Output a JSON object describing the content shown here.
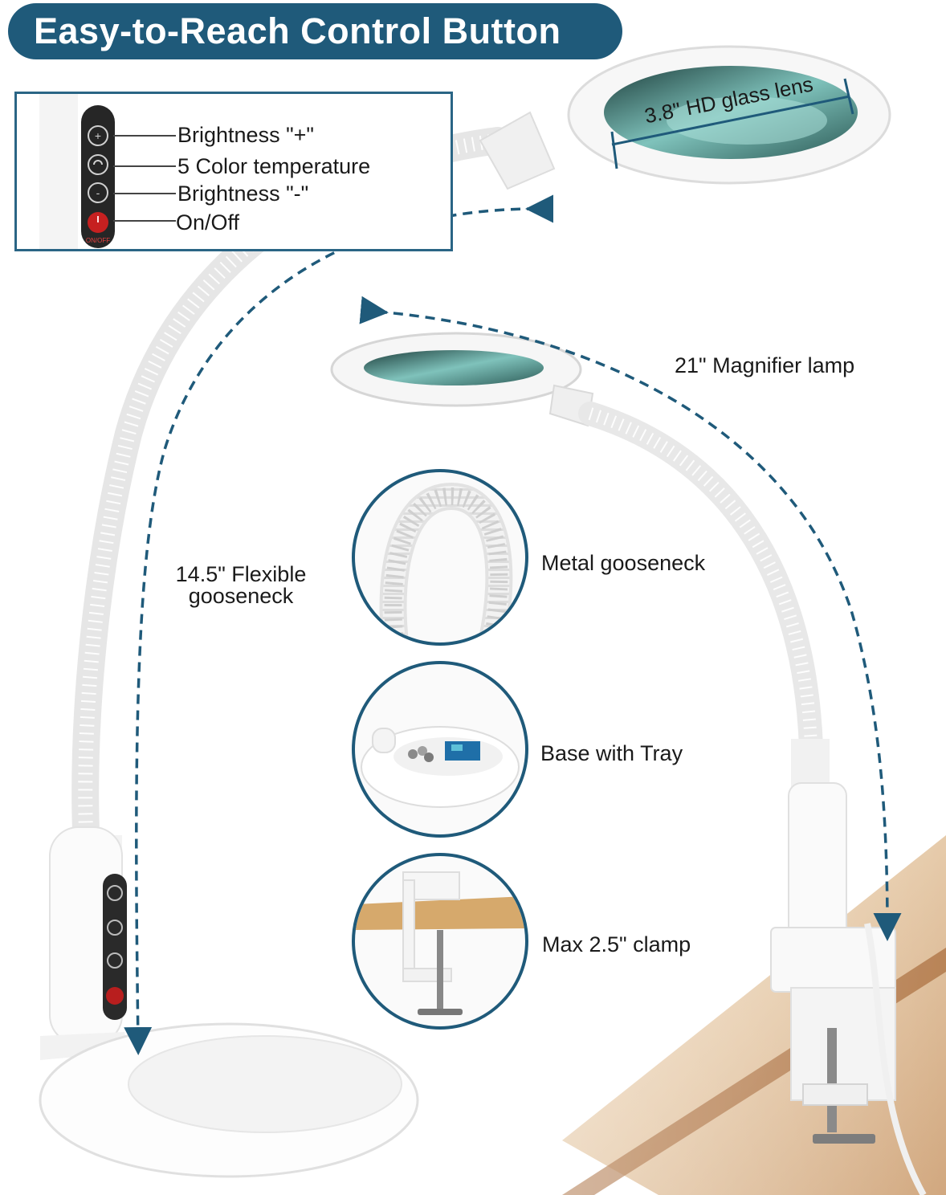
{
  "banner": {
    "title": "Easy-to-Reach Control Button"
  },
  "controls": {
    "brightness_up": "Brightness \"+\"",
    "color_temp": "5 Color temperature",
    "brightness_down": "Brightness \"-\"",
    "power": "On/Off",
    "power_button_text": "ON/OFF"
  },
  "annotations": {
    "lens": "3.8\" HD glass lens",
    "length": "21\" Magnifier lamp",
    "gooseneck_line1": "14.5\" Flexible",
    "gooseneck_line2": "gooseneck"
  },
  "features": [
    {
      "label": "Metal gooseneck"
    },
    {
      "label": "Base with Tray"
    },
    {
      "label": "Max 2.5\" clamp"
    }
  ],
  "colors": {
    "accent": "#1f5a7a",
    "wood": "#d9b58c"
  }
}
